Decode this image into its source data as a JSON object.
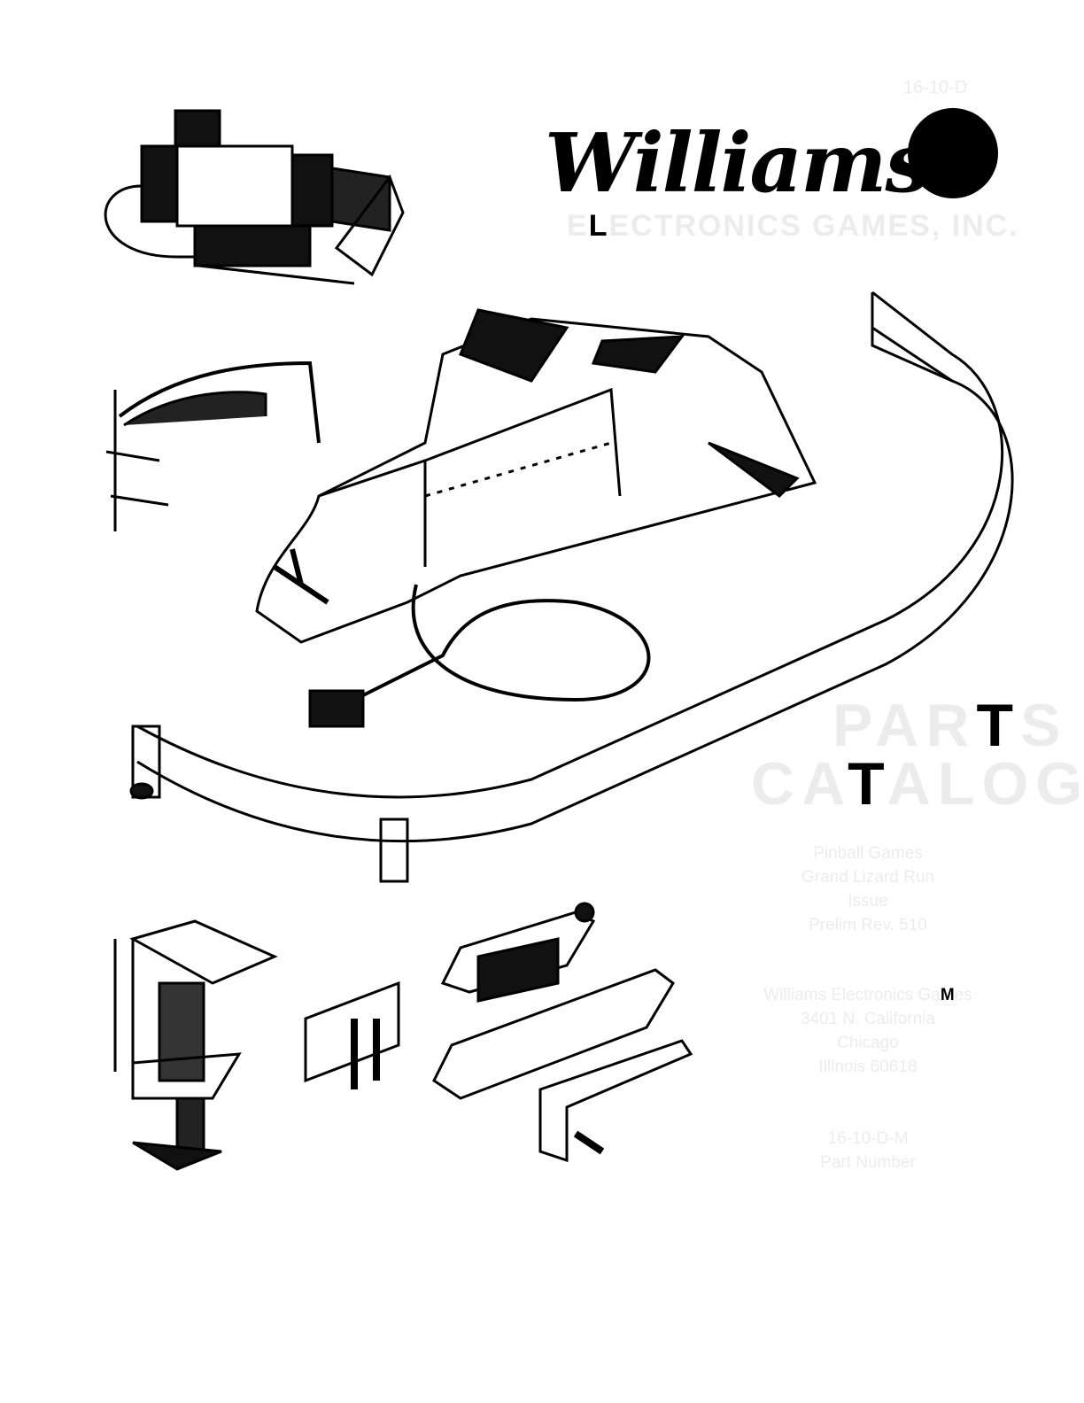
{
  "document": {
    "doc_number": "16-10-D",
    "logo_text": "Williams",
    "subtitle": {
      "first_letter": "E",
      "dark_letter": "L",
      "rest": "ECTRONICS GAMES, INC."
    },
    "title_line1": {
      "pre": "PAR",
      "dark": "T",
      "post": "S"
    },
    "title_line2": {
      "pre": "CA",
      "dark": "T",
      "post": "ALOG"
    },
    "game_info": [
      "Pinball Games",
      "Grand Lizard Run",
      "Issue",
      "Prelim Rev. 510"
    ],
    "maker_info": {
      "line1_pre": "Williams Electronics Ga",
      "line1_dark": "M",
      "line1_post": "es",
      "lines": [
        "3401 N. California",
        "Chicago",
        "Illinois 60618"
      ]
    },
    "pn_info": [
      "16-10-D-M",
      "Part Number"
    ]
  }
}
